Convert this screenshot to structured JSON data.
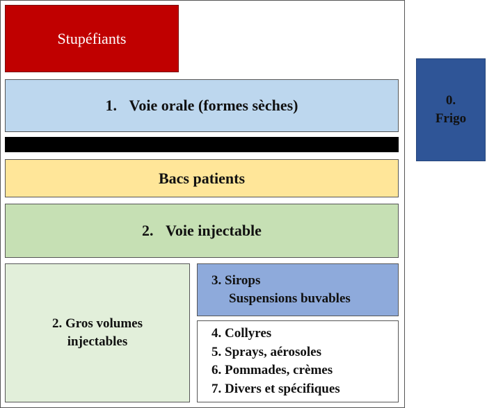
{
  "stupefiants": "Stupéfiants",
  "voie_orale": {
    "num": "1.",
    "label": "Voie orale (formes sèches)"
  },
  "bacs_patients": "Bacs patients",
  "voie_injectable": {
    "num": "2.",
    "label": "Voie injectable"
  },
  "gros_volumes": {
    "line1": "2. Gros volumes",
    "line2": "injectables"
  },
  "sirops": {
    "line1": "3. Sirops",
    "line2": "Suspensions buvables"
  },
  "divers": [
    "4. Collyres",
    "5. Sprays, aérosoles",
    "6. Pommades, crèmes",
    "7. Divers et spécifiques"
  ],
  "frigo": {
    "num": "0.",
    "label": "Frigo"
  },
  "colors": {
    "stupefiants": "#c00000",
    "voie_orale": "#bdd7ee",
    "bacs_patients": "#ffe699",
    "voie_injectable": "#c6e0b4",
    "gros_volumes": "#e2efda",
    "sirops": "#8eaadb",
    "frigo": "#2f5597"
  }
}
